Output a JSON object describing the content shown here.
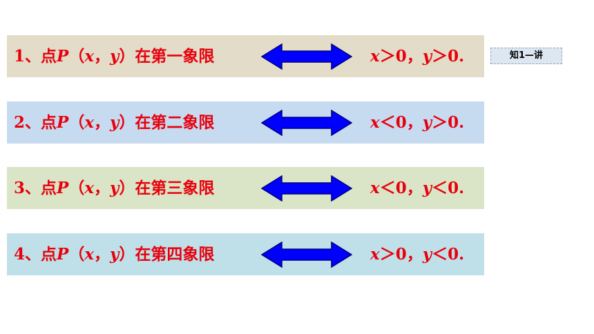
{
  "rows": [
    {
      "num": "1、点",
      "p": "P",
      "open": "（",
      "x": "x",
      "comma": "，",
      "y": "y",
      "close": "）",
      "quadrant_text": "在第一象限",
      "res_x": "x",
      "res_x_rel": "＞0，",
      "res_y": "y",
      "res_y_rel": "＞0.",
      "bg_color": "#e2dcc8"
    },
    {
      "num": "2、点",
      "p": "P",
      "open": "（",
      "x": "x",
      "comma": "，",
      "y": "y",
      "close": "）",
      "quadrant_text": "在第二象限",
      "res_x": "x",
      "res_x_rel": "＜0，",
      "res_y": "y",
      "res_y_rel": "＞0.",
      "bg_color": "#c6dbf0"
    },
    {
      "num": "3、点",
      "p": "P",
      "open": "（",
      "x": "x",
      "comma": "，",
      "y": "y",
      "close": "）",
      "quadrant_text": "在第三象限",
      "res_x": "x",
      "res_x_rel": "＜0，",
      "res_y": "y",
      "res_y_rel": "＜0.",
      "bg_color": "#d9e5c6"
    },
    {
      "num": "4、点",
      "p": "P",
      "open": "（",
      "x": "x",
      "comma": "，",
      "y": "y",
      "close": "）",
      "quadrant_text": "在第四象限",
      "res_x": "x",
      "res_x_rel": "＞0，",
      "res_y": "y",
      "res_y_rel": "＜0.",
      "bg_color": "#bfe0e8"
    }
  ],
  "badge": {
    "label": "知1—讲"
  },
  "colors": {
    "text": "#e8000d",
    "arrow_fill": "#0000ff",
    "arrow_stroke": "#000080"
  },
  "icons": {
    "arrow": "double-headed-arrow-icon"
  }
}
